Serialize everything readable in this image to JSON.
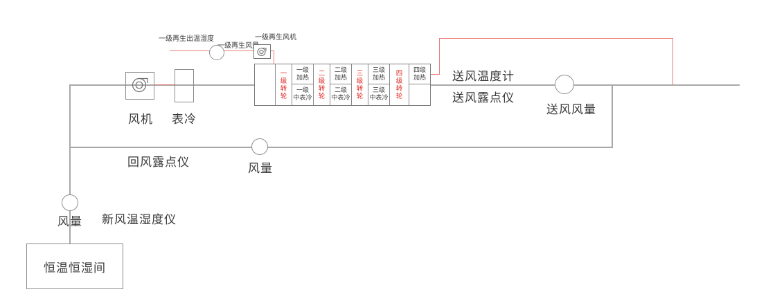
{
  "colors": {
    "duct_line_gray": "#a8a8a8",
    "box_border_gray": "#8a8a8a",
    "regen_line_red": "#e87b76",
    "wheel_text_red": "#df241c",
    "label_text": "#3a3a3a",
    "background": "#ffffff"
  },
  "regen": {
    "outlet_label": "一级再生出温湿度",
    "airflow_label": "一级再生风量",
    "fan_label": "一级再生风机"
  },
  "equipment": {
    "fan_label": "风机",
    "cooling_coil_label": "表冷",
    "room_label": "恒温恒湿间"
  },
  "ahu": {
    "wheels": [
      {
        "label": "一级转轮"
      },
      {
        "label": "二级转轮"
      },
      {
        "label": "三级转轮"
      },
      {
        "label": "四级转轮"
      }
    ],
    "heaters": [
      {
        "top": [
          "一级",
          "加热"
        ],
        "bottom": [
          "一级",
          "中表冷"
        ]
      },
      {
        "top": [
          "二级",
          "加热"
        ],
        "bottom": [
          "二级",
          "中表冷"
        ]
      },
      {
        "top": [
          "三级",
          "加热"
        ],
        "bottom": [
          "三级",
          "中表冷"
        ]
      },
      {
        "top": [
          "四级",
          "加热"
        ],
        "bottom": [
          "",
          ""
        ]
      }
    ]
  },
  "supply": {
    "temp_label": "送风温度计",
    "dewpoint_label": "送风露点仪",
    "airflow_label": "送风风量"
  },
  "return": {
    "dewpoint_label": "回风露点仪",
    "airflow_label": "风量"
  },
  "fresh": {
    "airflow_label": "风量",
    "sensor_label": "新风温湿度仪"
  },
  "icons": {
    "fan_symbol": "blower-fan-icon",
    "regen_fan_symbol": "blower-fan-icon",
    "flow_sensor_symbol": "circle-sensor-icon"
  }
}
